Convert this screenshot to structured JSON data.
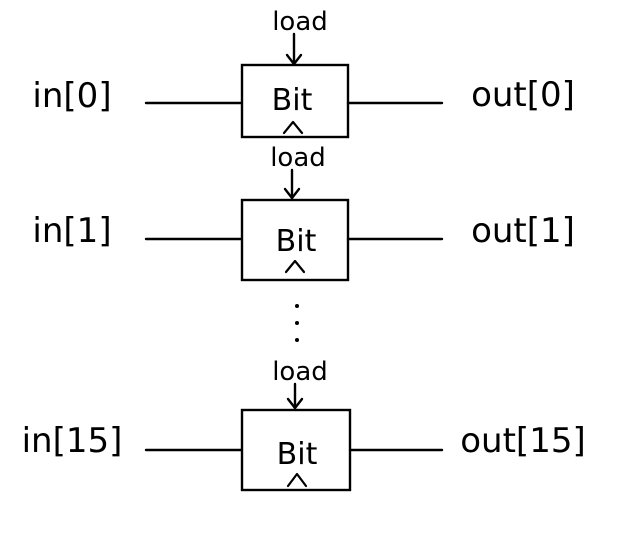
{
  "diagram": {
    "type": "register-bit-array",
    "rows": [
      {
        "input": "in[0]",
        "block": "Bit",
        "control": "load",
        "output": "out[0]"
      },
      {
        "input": "in[1]",
        "block": "Bit",
        "control": "load",
        "output": "out[1]"
      },
      {
        "input": "in[15]",
        "block": "Bit",
        "control": "load",
        "output": "out[15]"
      }
    ],
    "ellipsis": "⋮",
    "clock_symbol": "^",
    "colors": {
      "stroke": "#000000",
      "background": "#ffffff"
    }
  }
}
